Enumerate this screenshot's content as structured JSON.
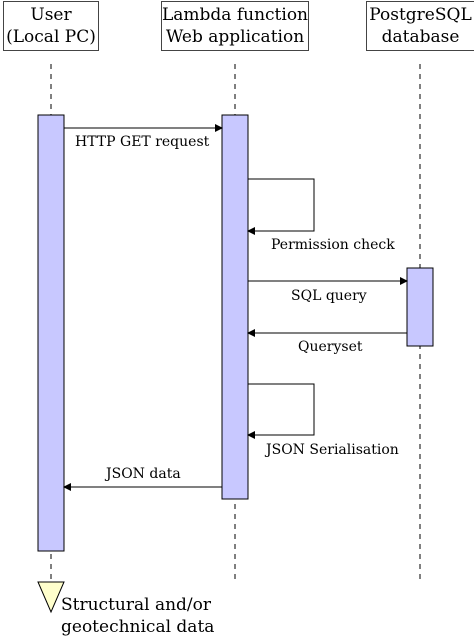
{
  "actors": [
    {
      "line1": "User",
      "line2": "(Local PC)"
    },
    {
      "line1": "Lambda function",
      "line2": "Web application"
    },
    {
      "line1": "PostgreSQL",
      "line2": "database"
    }
  ],
  "messages": [
    {
      "label": "HTTP GET request"
    },
    {
      "label": "Permission check"
    },
    {
      "label": "SQL query"
    },
    {
      "label": "Queryset"
    },
    {
      "label": "JSON Serialisation"
    },
    {
      "label": "JSON data"
    }
  ],
  "note": {
    "line1": "Structural and/or",
    "line2": "geotechnical data"
  },
  "colors": {
    "activation_fill": "#c8c8ff",
    "note_fill": "#ffffcc",
    "line": "#000000"
  }
}
